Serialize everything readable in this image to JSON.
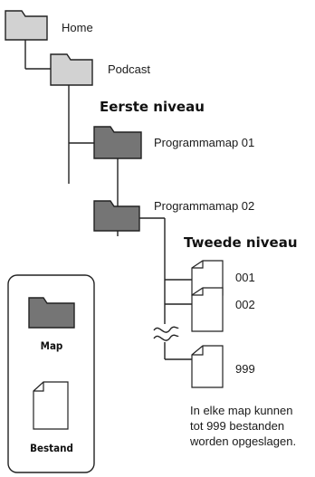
{
  "tree": {
    "home": {
      "label": "Home"
    },
    "podcast": {
      "label": "Podcast"
    },
    "level1_heading": "Eerste niveau",
    "program_1": {
      "label": "Programmamap 01"
    },
    "program_2": {
      "label": "Programmamap 02"
    },
    "level2_heading": "Tweede niveau",
    "files": [
      {
        "label": "001"
      },
      {
        "label": "002"
      },
      {
        "label": "999"
      }
    ],
    "note_lines": [
      "In elke map kunnen",
      "tot 999 bestanden",
      "worden opgeslagen."
    ]
  },
  "legend": {
    "folder_label": "Map",
    "file_label": "Bestand"
  },
  "colors": {
    "light_folder": "#d2d2d2",
    "dark_folder": "#757575",
    "stroke": "#222222"
  }
}
